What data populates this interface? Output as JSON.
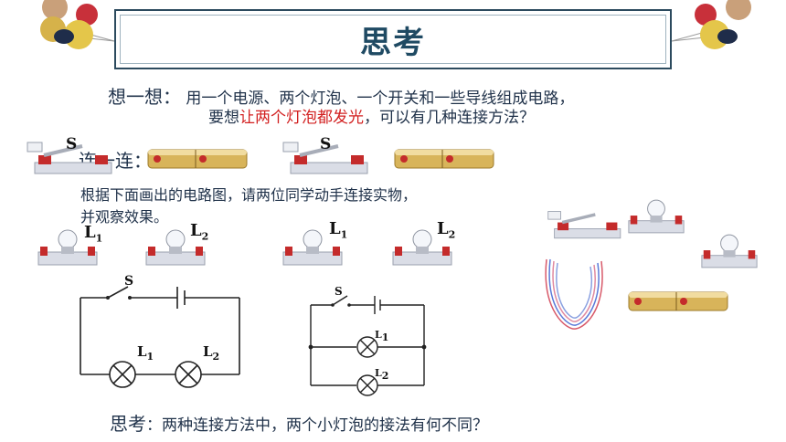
{
  "title": "思考",
  "question": {
    "label": "想一想：",
    "line1": "用一个电源、两个灯泡、一个开关和一些导线组成电路，",
    "line2_pre": "要想",
    "line2_red": "让两个灯泡都发光",
    "line2_post": "，可以有几种连接方法？"
  },
  "connect": {
    "label": "连一连：",
    "line1": "根据下面画出的电路图，请两位同学动手连接实物，",
    "line2": "并观察效果。"
  },
  "component_labels": {
    "switch": "S",
    "lamp1": "L",
    "lamp1_sub": "1",
    "lamp2": "L",
    "lamp2_sub": "2"
  },
  "think": {
    "label": "思考",
    "text": "：两种连接方法中，两个小灯泡的接法有何不同？"
  },
  "icons": [
    "decor-balloons-left",
    "decor-balloons-right",
    "switch-icon",
    "battery-icon",
    "bulb-icon",
    "wires-icon"
  ]
}
